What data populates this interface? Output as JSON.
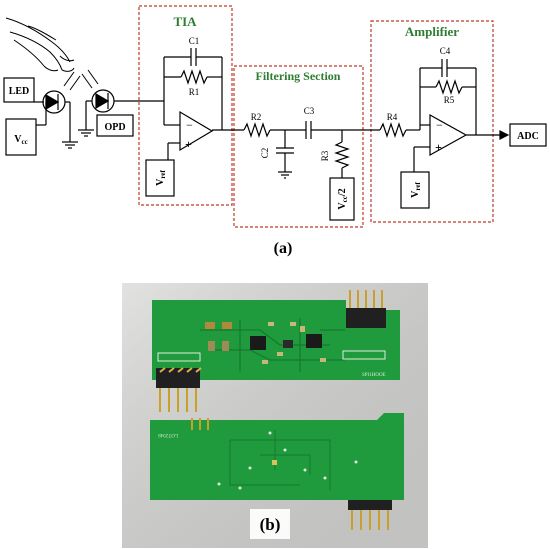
{
  "figure": {
    "panel_a_label": "(a)",
    "panel_b_label": "(b)"
  },
  "sections": {
    "tia_title": "TIA",
    "filter_title": "Filtering Section",
    "amp_title": "Amplifier"
  },
  "components": {
    "c1": "C1",
    "r1": "R1",
    "r2": "R2",
    "c2": "C2",
    "c3": "C3",
    "r3": "R3",
    "r4": "R4",
    "c4": "C4",
    "r5": "R5",
    "opamp_minus": "−",
    "opamp_plus": "+"
  },
  "io": {
    "led": "LED",
    "opd": "OPD",
    "adc": "ADC",
    "vcc_main": "V",
    "vcc_sub": "cc",
    "vref_main": "V",
    "vref_sub": "ref",
    "vcc_half_main": "V",
    "vcc_half_sub": "cc",
    "vcc_half_suffix": "/2"
  },
  "pcb": {
    "silkscreen_top": "SPI1HOOE",
    "silkscreen_bottom": "LOT2948"
  },
  "colors": {
    "section_border": "#c0392b",
    "section_title": "#2e7d32",
    "pcb_green": "#1f9a3c",
    "pcb_dark": "#157a2c",
    "photo_bg": "#d8d8d6",
    "gold": "#c9a02a"
  }
}
